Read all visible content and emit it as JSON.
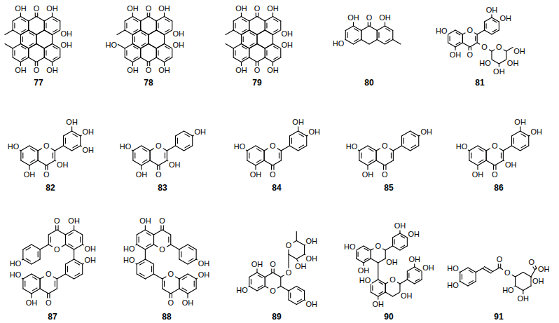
{
  "diagram": {
    "labels": [
      "OH",
      "O",
      "OH",
      "OH",
      "OH",
      "OH",
      "O",
      "OH",
      "77",
      "OH",
      "O",
      "OH",
      "OH",
      "OH",
      "HO",
      "OH",
      "O",
      "OH",
      "78",
      "OH",
      "O",
      "OH",
      "OH",
      "OH",
      "OH",
      "O",
      "OH",
      "79",
      "OH",
      "O",
      "OH",
      "HO",
      "80",
      "OH",
      "OH",
      "HO",
      "O",
      "OH",
      "O",
      "O",
      "O",
      "OH",
      "OH",
      "OH",
      "HO",
      "81",
      "OH",
      "OH",
      "OH",
      "HO",
      "O",
      "OH",
      "OH",
      "O",
      "82",
      "OH",
      "HO",
      "O",
      "OH",
      "OH",
      "O",
      "83",
      "OH",
      "OH",
      "HO",
      "O",
      "OH",
      "O",
      "84",
      "OH",
      "HO",
      "O",
      "OH",
      "O",
      "85",
      "OH",
      "OH",
      "HO",
      "O",
      "OH",
      "OH",
      "O",
      "86",
      "O",
      "OH",
      "HO",
      "O",
      "OH",
      "OH",
      "HO",
      "O",
      "OH",
      "O",
      "87",
      "O",
      "OH",
      "OH",
      "O",
      "HO",
      "HO",
      "OH",
      "O",
      "OH",
      "O",
      "88",
      "O",
      "OH",
      "OH",
      "OH",
      "O",
      "O",
      "OH",
      "HO",
      "O",
      "OH",
      "89",
      "OH",
      "OH",
      "HO",
      "O",
      "OH",
      "OH",
      "OH",
      "OH",
      "HO",
      "O",
      "OH",
      "OH",
      "90",
      "HO",
      "HO",
      "O",
      "O",
      "O",
      "OH",
      "OH",
      "HO",
      "OH",
      "91"
    ]
  }
}
